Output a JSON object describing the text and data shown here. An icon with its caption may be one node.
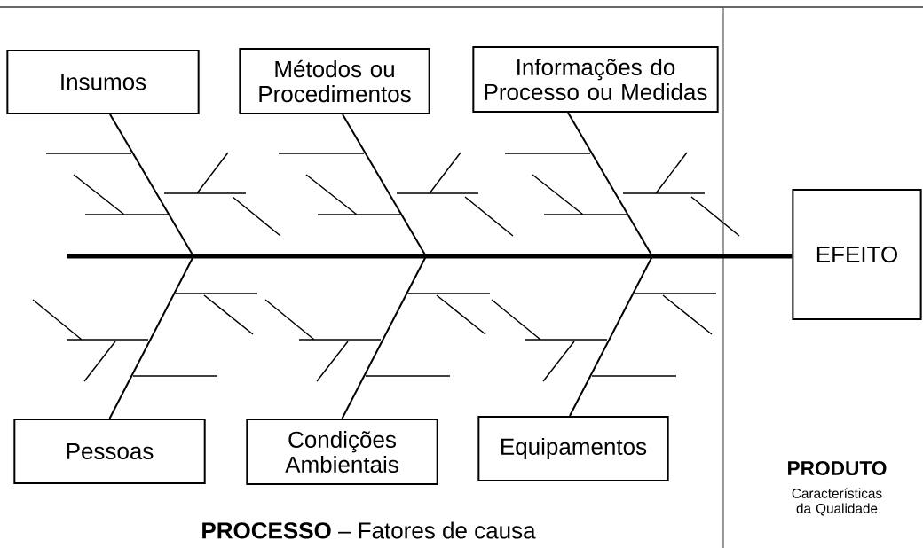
{
  "diagram": {
    "nodes": [
      {
        "text": [
          "Insumos"
        ]
      },
      {
        "text": [
          "Métodos ou Procedimentos"
        ]
      },
      {
        "text": [
          "Informações do Processo ou Medidas"
        ]
      },
      {
        "text": [
          "Pessoas"
        ]
      },
      {
        "text": [
          "Condições Ambientais"
        ]
      },
      {
        "text": [
          "Equipamentos"
        ]
      },
      {
        "text": [
          "EFEITO"
        ]
      }
    ],
    "edges": [
      {
        "from": 0,
        "to": null,
        "arrow": "none"
      },
      {
        "from": 1,
        "to": null,
        "arrow": "none"
      },
      {
        "from": 2,
        "to": null,
        "arrow": "none"
      },
      {
        "from": 3,
        "to": null,
        "arrow": "none"
      },
      {
        "from": 4,
        "to": null,
        "arrow": "none"
      },
      {
        "from": 5,
        "to": null,
        "arrow": "none"
      },
      {
        "from": null,
        "to": 6,
        "arrow": "none",
        "style": "thick"
      }
    ],
    "labels": [
      "**PROCESSO** – Fatores de causa",
      "PRODUTO",
      "Características da Qualidade"
    ]
  }
}
